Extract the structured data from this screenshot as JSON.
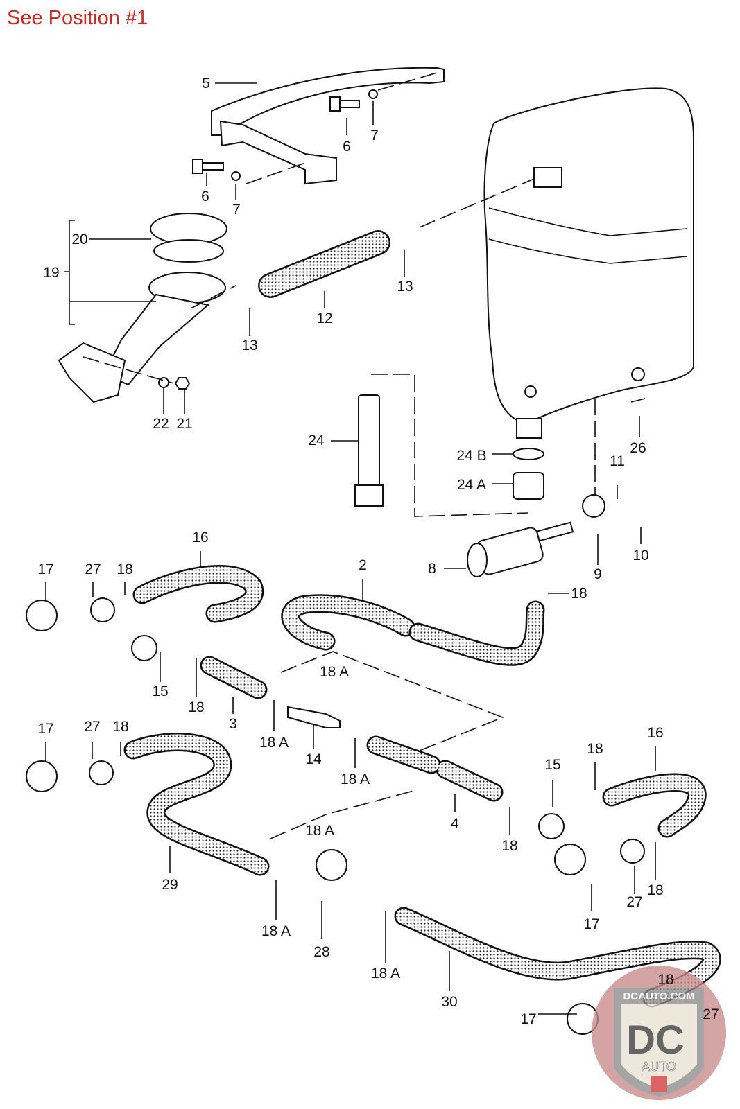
{
  "header": {
    "title": "See Position #1",
    "title_color": "#d8231f"
  },
  "watermark": {
    "text_top": "DCAUTO.COM",
    "monogram": "DC",
    "text_bottom": "AUTO",
    "accent_color": "#d23a3a"
  },
  "callouts": [
    "5",
    "6",
    "7",
    "6",
    "7",
    "20",
    "19",
    "13",
    "12",
    "13",
    "22",
    "21",
    "24",
    "24 B",
    "24 A",
    "26",
    "11",
    "10",
    "9",
    "8",
    "18",
    "16",
    "2",
    "17",
    "27",
    "18",
    "15",
    "18",
    "3",
    "18 A",
    "18 A",
    "14",
    "18 A",
    "4",
    "18",
    "15",
    "18",
    "16",
    "17",
    "27",
    "18",
    "29",
    "18 A",
    "18 A",
    "28",
    "18 A",
    "30",
    "17",
    "27",
    "18",
    "17",
    "18",
    "27"
  ]
}
